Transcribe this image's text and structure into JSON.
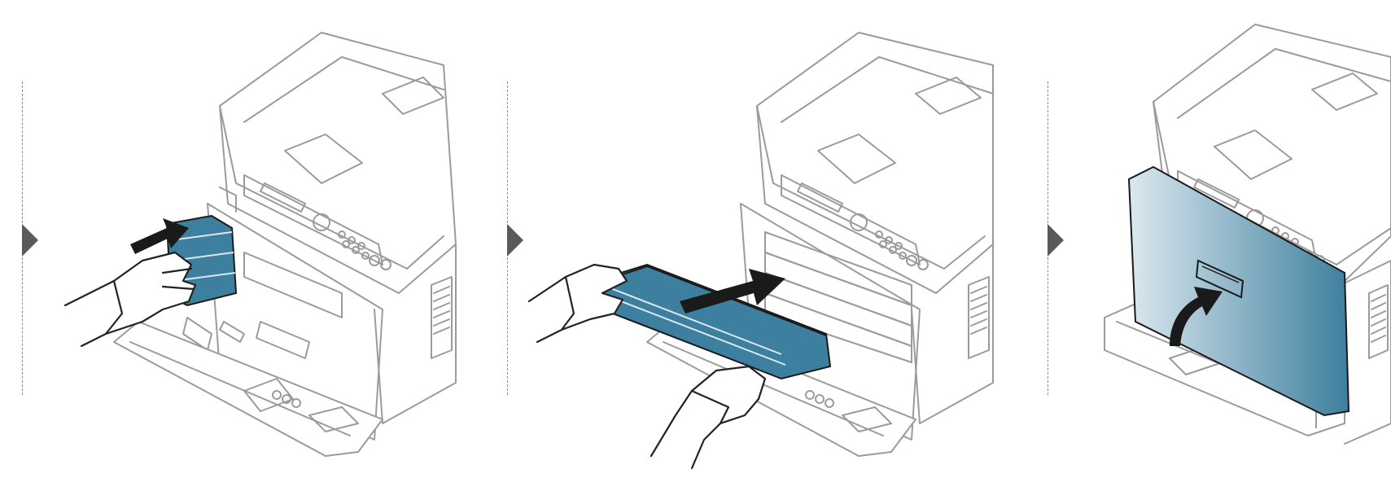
{
  "colors": {
    "accent_blue": "#3d7f9e",
    "accent_blue_light": "#dbe8ef",
    "outline_gray": "#9b9b9b",
    "ink": "#1a1a1a",
    "separator": "#8a8a8a",
    "step_marker": "#5a5a5a"
  },
  "steps": [
    {
      "id": "step-1",
      "depicts": "printer-with-toner-slot-and-hand-holding-part",
      "icon": "arrow-push-icon"
    },
    {
      "id": "step-2",
      "depicts": "hands-inserting-toner-cartridge",
      "icon": "arrow-insert-icon"
    },
    {
      "id": "step-3",
      "depicts": "closing-front-cover",
      "icon": "arrow-curved-up-icon"
    }
  ]
}
